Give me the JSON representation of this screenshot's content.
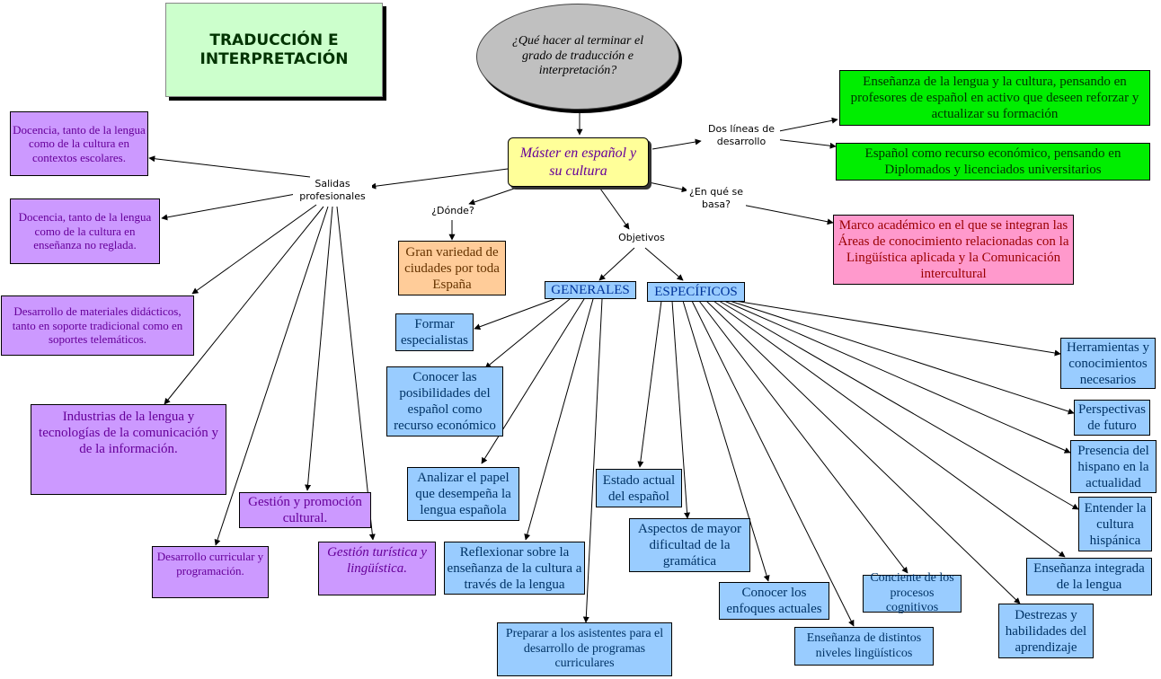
{
  "title": "TRADUCCIÓN E INTERPRETACIÓN",
  "question": "¿Qué hacer al terminar el grado de traducción e interpretación?",
  "master": "Máster en español y su cultura",
  "labels": {
    "salidas": "Salidas profesionales",
    "dos_lineas": "Dos líneas de desarrollo",
    "donde": "¿Dónde?",
    "objetivos": "Objetivos",
    "en_que": "¿En qué se basa?"
  },
  "salidas": [
    "Docencia, tanto de la lengua como de la cultura en contextos escolares.",
    "Docencia, tanto de la lengua como de la cultura en enseñanza no reglada.",
    "Desarrollo de materiales didácticos, tanto en soporte tradicional como en soportes telemáticos.",
    "Industrias de la lengua y tecnologías de la comunicación y de la información.",
    "Desarrollo curricular y programación.",
    "Gestión y promoción cultural.",
    "Gestión turística y lingüística."
  ],
  "lineas": [
    "Enseñanza de la lengua y la cultura, pensando en profesores de español en activo que deseen reforzar y actualizar su formación",
    "Español como recurso económico, pensando en Diplomados y licenciados universitarios"
  ],
  "donde": "Gran variedad de ciudades por toda España",
  "base": "Marco académico en el que se integran las Áreas de conocimiento relacionadas con la Lingüística aplicada y la Comunicación intercultural",
  "generales_label": "GENERALES",
  "especificos_label": "ESPECÍFICOS",
  "generales": [
    "Formar especialistas",
    "Conocer las posibilidades del español como recurso económico",
    "Analizar el papel que desempeña la lengua española",
    "Reflexionar sobre la enseñanza de la cultura a través de la lengua",
    "Preparar a los asistentes para el desarrollo de programas curriculares"
  ],
  "especificos": [
    "Estado actual del español",
    "Aspectos de mayor dificultad de la gramática",
    "Conocer los enfoques actuales",
    "Enseñanza de distintos niveles lingüísticos",
    "Conciente de los procesos cognitivos",
    "Destrezas y habilidades del aprendizaje",
    "Enseñanza integrada de la lengua",
    "Entender la cultura hispánica",
    "Presencia del hispano en la actualidad",
    "Perspectivas de futuro",
    "Herramientas y conocimientos necesarios"
  ]
}
